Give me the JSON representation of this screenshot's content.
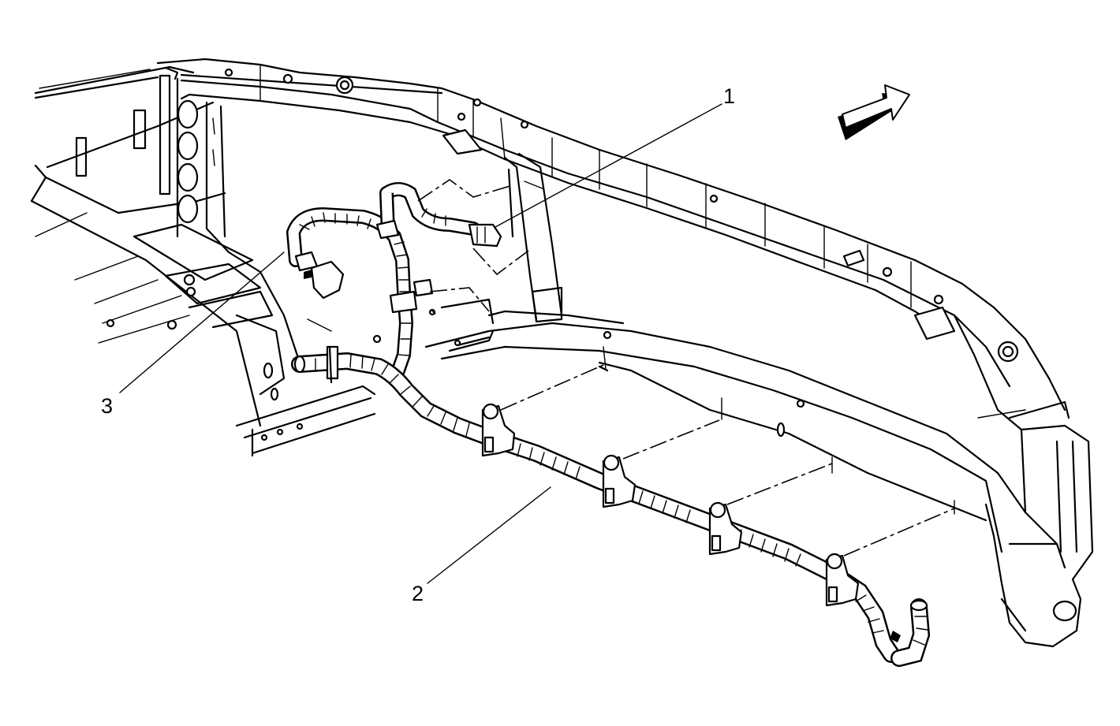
{
  "diagram": {
    "callouts": [
      {
        "id": "1",
        "label": "1"
      },
      {
        "id": "2",
        "label": "2"
      },
      {
        "id": "3",
        "label": "3"
      }
    ],
    "orientation_icon": "front-direction-arrow-icon"
  }
}
